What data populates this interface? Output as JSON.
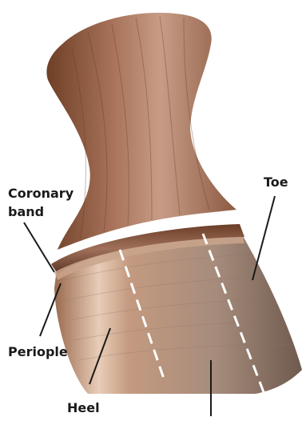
{
  "diagram": {
    "labels": {
      "coronary_band_line1": "Coronary",
      "coronary_band_line2": "band",
      "toe": "Toe",
      "periople": "Periople",
      "heel": "Heel"
    },
    "colors": {
      "hair_dark": "#7a4a2e",
      "hair_light": "#c9a18a",
      "hoof_light": "#d9b8a0",
      "hoof_dark": "#7f6b5e",
      "dash_line": "#ffffff",
      "leader_line": "#1a1a1a"
    }
  }
}
